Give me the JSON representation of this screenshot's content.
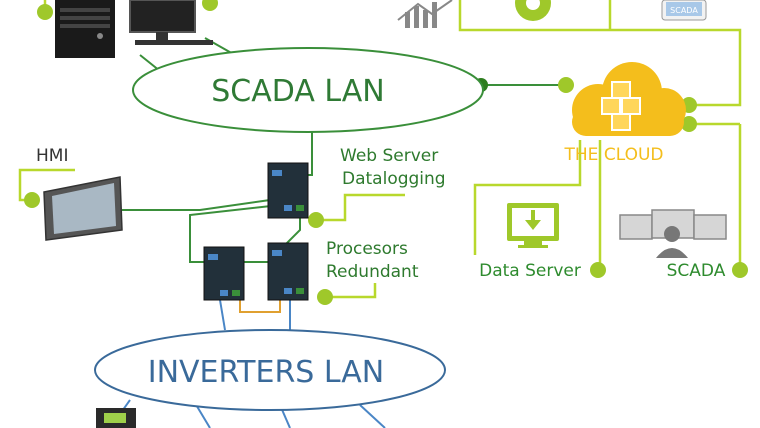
{
  "networks": {
    "scada_lan": "SCADA LAN",
    "inverters_lan": "INVERTERS LAN"
  },
  "labels": {
    "hmi": "HMI",
    "web_server_line1": "Web Server",
    "web_server_line2": "Datalogging",
    "processors_line1": "Procesors",
    "processors_line2": "Redundant",
    "cloud": "THE CLOUD",
    "data_server": "Data Server",
    "scada": "SCADA",
    "mobile_app": "SCADA"
  },
  "icons": {
    "workstation": "desktop-computer-icon",
    "analytics": "bar-chart-icon",
    "settings": "gear-icon",
    "mobile": "smartphone-icon",
    "cloud": "cloud-icon",
    "data_server": "download-monitor-icon",
    "scada": "multi-monitor-operator-icon",
    "hmi": "touch-panel-icon",
    "plc": "plc-module-icon",
    "inverter": "inverter-device-icon"
  },
  "colors": {
    "green_line": "#2e8b2e",
    "lime_line": "#b8d82c",
    "lime_dot": "#9fc82a",
    "dark_green_dot": "#2e7d1f",
    "scada_text": "#2f7a35",
    "inverters_text": "#3a6a9a",
    "cloud_yellow": "#f4be1c",
    "blue_cable": "#4a86c6",
    "orange_cable": "#e0a030"
  }
}
